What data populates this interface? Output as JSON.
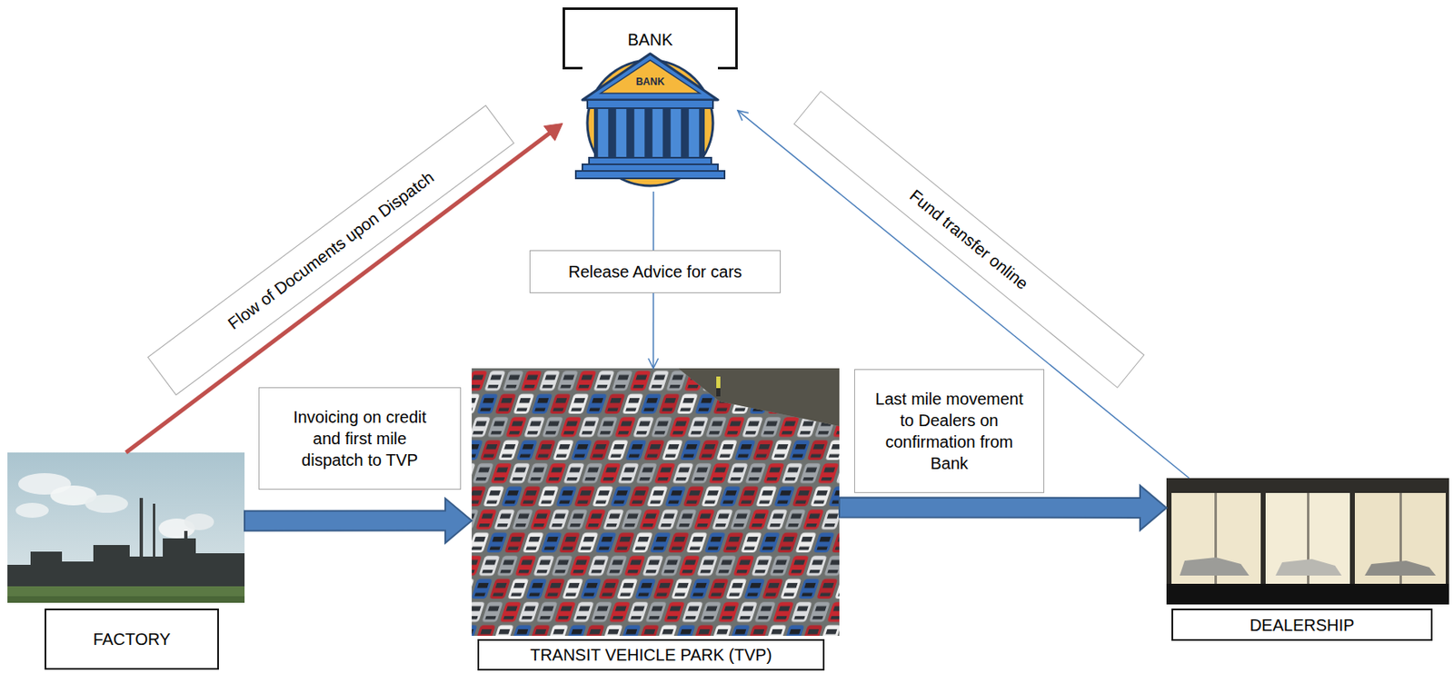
{
  "diagram": {
    "nodes": [
      {
        "text": [
          "BANK"
        ]
      },
      {
        "text": [
          "FACTORY"
        ]
      },
      {
        "text": [
          "TRANSIT VEHICLE PARK (TVP)"
        ]
      },
      {
        "text": [
          "DEALERSHIP"
        ]
      }
    ],
    "edges": [
      {
        "from": 1,
        "to": 0,
        "arrow": "to",
        "label": "Flow of Documents upon Dispatch"
      },
      {
        "from": 1,
        "to": 2,
        "arrow": "to",
        "label": "Invoicing on credit and first mile dispatch to TVP"
      },
      {
        "from": 0,
        "to": 2,
        "arrow": "to",
        "label": "Release Advice for cars"
      },
      {
        "from": 2,
        "to": 3,
        "arrow": "to",
        "label": "Last mile movement to Dealers on confirmation from Bank"
      },
      {
        "from": 3,
        "to": 0,
        "arrow": "to",
        "label": "Fund transfer online"
      }
    ],
    "labels": [
      "BANK"
    ]
  }
}
